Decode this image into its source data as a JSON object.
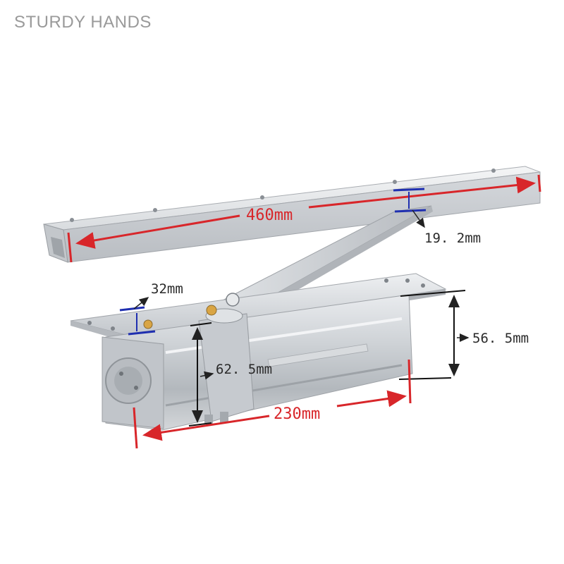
{
  "brand": {
    "text": "STURDY HANDS"
  },
  "dimensions": {
    "track_length": "460mm",
    "track_height": "19. 2mm",
    "body_width": "32mm",
    "body_height": "56. 5mm",
    "body_depth": "62. 5mm",
    "body_length": "230mm"
  },
  "colors": {
    "red_dimension": "#d8262a",
    "blue_marker": "#1f2fb0",
    "metal": "#c9cdd2"
  }
}
